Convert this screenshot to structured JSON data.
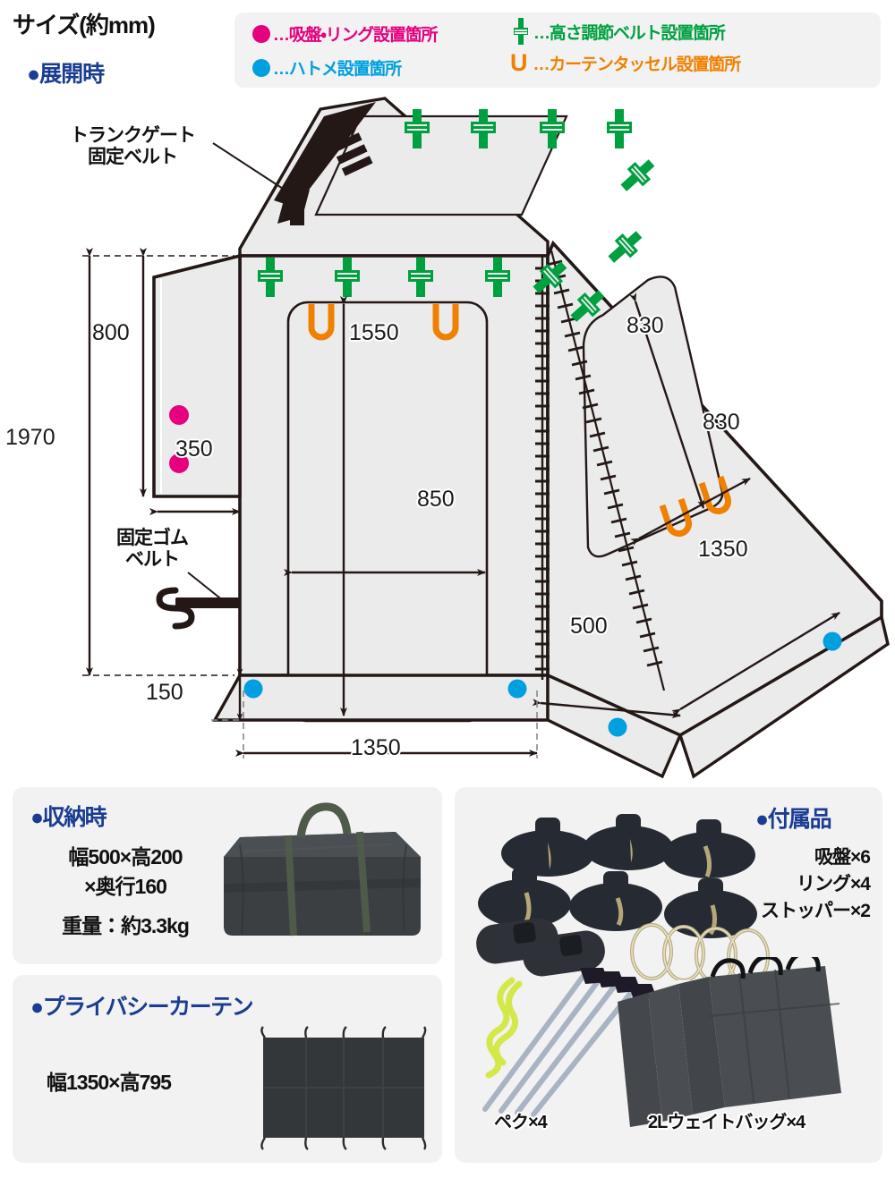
{
  "header": {
    "size_title": "サイズ(約mm)",
    "deployed_heading": "●展開時"
  },
  "legend": {
    "items": [
      {
        "icon": "magenta-dot-icon",
        "label": "…吸盤・リング設置箇所",
        "color": "#e6007e"
      },
      {
        "icon": "green-buckle-icon",
        "label": "…高さ調節ベルト設置箇所",
        "color": "#00a040"
      },
      {
        "icon": "cyan-dot-icon",
        "label": "…ハトメ設置箇所",
        "color": "#00a0e0"
      },
      {
        "icon": "orange-u-icon",
        "label": "…カーテンタッセル設置箇所",
        "color": "#f08000"
      }
    ]
  },
  "diagram": {
    "callouts": [
      {
        "name": "trunk-gate-belt",
        "line1": "トランクゲート",
        "line2": "固定ベルト"
      },
      {
        "name": "fixing-rubber-belt",
        "line1": "固定ゴム",
        "line2": "ベルト"
      }
    ],
    "dimensions": {
      "overall_height": "1970",
      "side_panel_height": "800",
      "side_panel_width": "350",
      "door_height": "1550",
      "door_width": "850",
      "window_height": "830",
      "window_width": "830",
      "flap_depth_right": "1350",
      "flap_depth_mid": "500",
      "flap_front_width": "1350",
      "skirt_height": "150"
    }
  },
  "cards": {
    "storage": {
      "heading": "●収納時",
      "lines": [
        "幅500×高200",
        "×奥行160",
        "重量：約3.3kg"
      ],
      "photo": "storage-bag-photo"
    },
    "privacy_curtain": {
      "heading": "●プライバシーカーテン",
      "lines": [
        "幅1350×高795"
      ],
      "photo": "privacy-curtain-photo"
    },
    "accessories": {
      "heading": "●付属品",
      "lines": [
        "吸盤×6",
        "リング×4",
        "ストッパー×2"
      ],
      "photo_labels": [
        {
          "name": "pegs-label",
          "text": "ペク×4"
        },
        {
          "name": "weight-bags-label",
          "text": "2Lウェイトバッグ×4"
        }
      ]
    }
  },
  "colors": {
    "magenta": "#e6007e",
    "cyan": "#00a0e0",
    "green": "#00a040",
    "orange": "#f08000",
    "navy": "#1b3c93",
    "panel_fill": "#ebebeb",
    "outline": "#231815",
    "card_bg": "#f2f2f2"
  }
}
